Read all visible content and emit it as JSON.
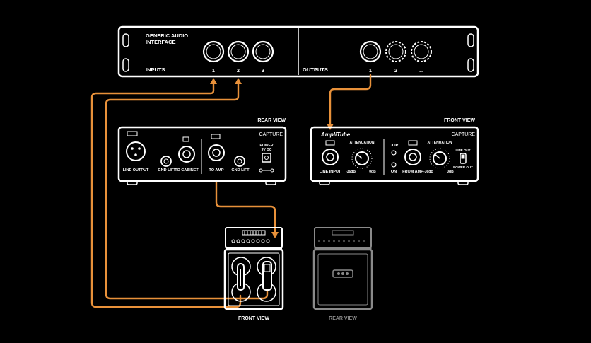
{
  "interface": {
    "title_line1": "GENERIC AUDIO",
    "title_line2": "INTERFACE",
    "inputs_label": "INPUTS",
    "outputs_label": "OUTPUTS",
    "input_numbers": [
      "1",
      "2",
      "3"
    ],
    "output_numbers": [
      "1",
      "2",
      "..."
    ]
  },
  "rear_unit": {
    "view_label": "REAR VIEW",
    "brand": "CAPTURE",
    "line_output": "LINE OUTPUT",
    "gnd_lift_1": "GND LIFT",
    "to_cabinet": "TO CABINET",
    "to_amp": "TO AMP",
    "gnd_lift_2": "GND LIFT",
    "power_line1": "POWER",
    "power_line2": "9V DC"
  },
  "front_unit": {
    "view_label": "FRONT VIEW",
    "brand": "CAPTURE",
    "logo": "AmpliTube",
    "line_input": "LINE INPUT",
    "attenuation_1": "ATTENUATION",
    "min_1": "-36dB",
    "max_1": "0dB",
    "clip": "CLIP",
    "on": "ON",
    "from_amp": "FROM AMP",
    "attenuation_2": "ATTENUATION",
    "min_2": "-36dB",
    "max_2": "0dB",
    "line_out": "LINE OUT",
    "power_out": "POWER OUT"
  },
  "amps": {
    "front_label": "FRONT VIEW",
    "rear_label": "REAR VIEW"
  },
  "colors": {
    "cable": "#e8913a",
    "outline": "#ffffff",
    "dim": "#8a8a8a",
    "background": "#000000"
  }
}
